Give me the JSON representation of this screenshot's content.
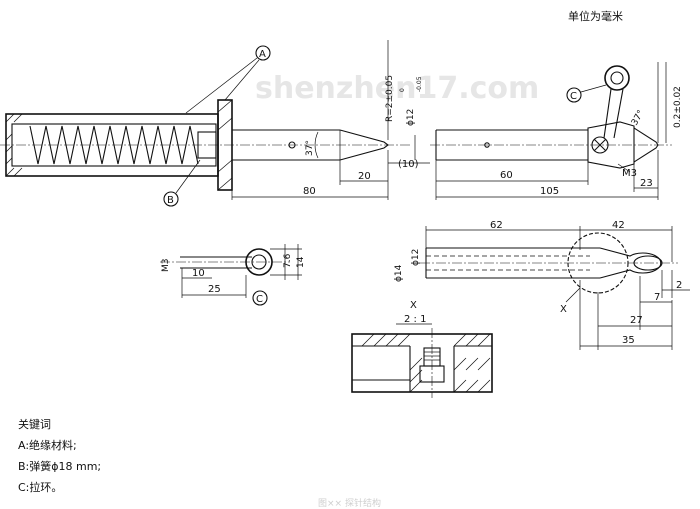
{
  "unit_note": "单位为毫米",
  "watermark": "shenzhen17.com",
  "callouts": {
    "A": "A",
    "B": "B",
    "C": "C"
  },
  "section_view": {
    "label": "X",
    "scale": "2 : 1"
  },
  "section_marker": "X",
  "dimensions": {
    "radius": "R=2±0.05",
    "diameter": "ϕ12",
    "diameter_tol_upper": "0",
    "diameter_tol_lower": "-0.05",
    "angle_left": "37°",
    "angle_right": "37°",
    "len_80": "80",
    "len_20": "20",
    "len_10": "(10)",
    "len_60": "60",
    "len_105": "105",
    "len_23": "23",
    "thread_m3_right": "M3",
    "offset": "0.2±0.02",
    "ring_m3": "M3",
    "ring_10": "10",
    "ring_25": "25",
    "ring_7_6": "7.6",
    "ring_14": "14",
    "len_62": "62",
    "len_42": "42",
    "dia_14": "ϕ14",
    "len_2": "2",
    "len_7": "7",
    "len_27": "27",
    "len_35": "35"
  },
  "legend": {
    "title": "关键词",
    "items": [
      "A:绝缘材料;",
      "B:弹簧ϕ18 mm;",
      "C:拉环。"
    ]
  },
  "caption": "图×× 探针结构"
}
